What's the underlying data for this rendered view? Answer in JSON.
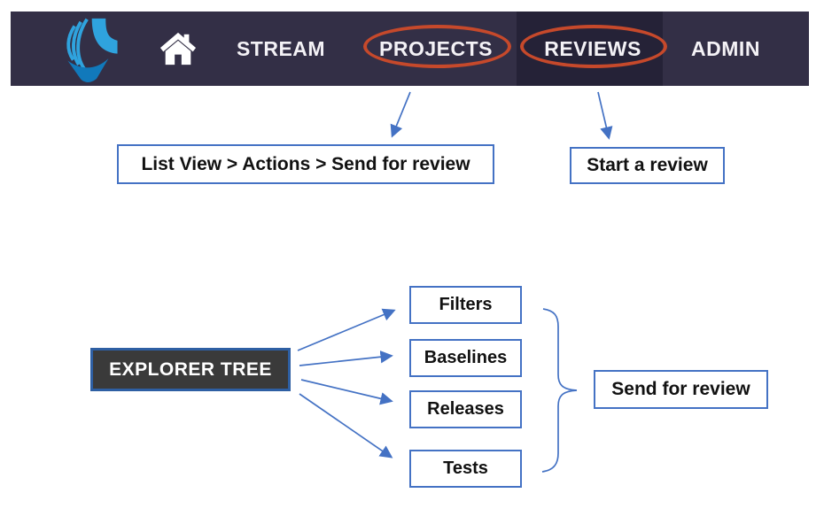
{
  "navbar": {
    "logo_name": "jama-connect-logo",
    "items": [
      {
        "label": "STREAM",
        "highlighted": false
      },
      {
        "label": "PROJECTS",
        "highlighted": true
      },
      {
        "label": "REVIEWS",
        "highlighted": true
      },
      {
        "label": "ADMIN",
        "highlighted": false
      }
    ]
  },
  "callouts": {
    "projects_action_path": "List View > Actions > Send for review",
    "reviews_action": "Start a review"
  },
  "explorer": {
    "title": "EXPLORER TREE",
    "children": [
      {
        "label": "Filters"
      },
      {
        "label": "Baselines"
      },
      {
        "label": "Releases"
      },
      {
        "label": "Tests"
      }
    ],
    "result": "Send for review"
  },
  "icons": {
    "home": "home-icon",
    "highlight": "orange-highlight-ellipse"
  },
  "colors": {
    "navbar_bg": "#332F46",
    "navbar_active_bg": "#252237",
    "highlight_orange": "#C6492B",
    "diagram_blue": "#4472C4",
    "explorer_bg": "#3A3A3A",
    "explorer_border": "#2E5FA3",
    "logo_blue_light": "#2FA3DE",
    "logo_blue_dark": "#1179BB",
    "nav_text": "#F4F2F6"
  }
}
